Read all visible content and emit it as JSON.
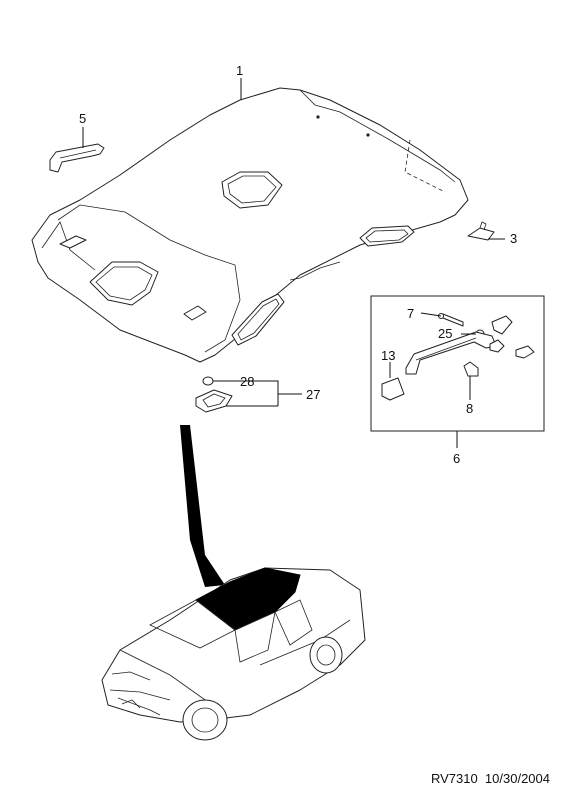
{
  "labels": {
    "headliner": "1",
    "assist_grip_front": "5",
    "clip": "3",
    "grip_assembly": "6",
    "screw": "7",
    "cap": "25",
    "cover": "13",
    "hook": "8",
    "lamp_bulb": "28",
    "dome_lamp": "27"
  },
  "footer": {
    "drawing_code": "RV7310",
    "date": "10/30/2004"
  },
  "colors": {
    "line": "#222222",
    "highlight": "#000000"
  }
}
